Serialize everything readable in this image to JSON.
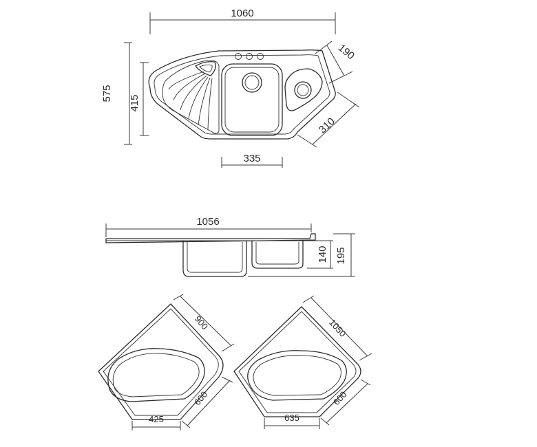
{
  "top_view": {
    "width": "1060",
    "depth": "575",
    "inner_depth": "415",
    "bowl_width": "335",
    "side_edge": "190",
    "side_bowl": "310"
  },
  "side_view": {
    "length": "1056",
    "bowl_depth": "140",
    "total_height": "195"
  },
  "cabinet_small": {
    "diagonal": "900",
    "side": "600",
    "front": "425"
  },
  "cabinet_large": {
    "diagonal": "1050",
    "side": "600",
    "front": "635"
  }
}
